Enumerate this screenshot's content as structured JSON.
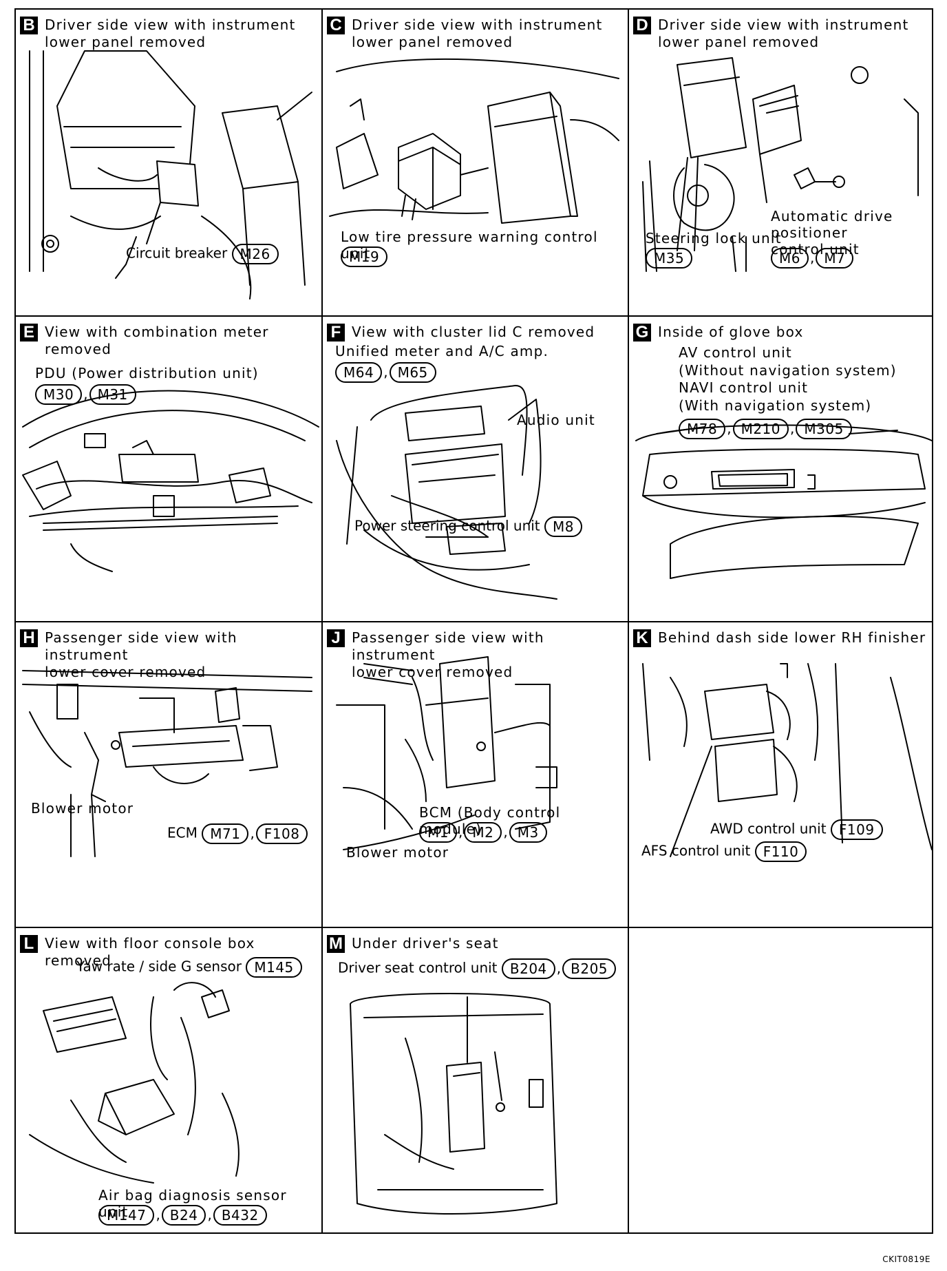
{
  "panels": {
    "B": {
      "letter": "B",
      "title": "Driver side view with instrument\nlower panel removed",
      "components": [
        {
          "label": "Circuit breaker",
          "connectors": [
            "M26"
          ]
        }
      ]
    },
    "C": {
      "letter": "C",
      "title": "Driver side view with instrument\nlower panel removed",
      "components": [
        {
          "label": "Low tire pressure warning control unit",
          "connectors": [
            "M19"
          ]
        }
      ]
    },
    "D": {
      "letter": "D",
      "title": "Driver side view with instrument\nlower panel removed",
      "components": [
        {
          "label": "Steering lock unit",
          "connectors": [
            "M35"
          ]
        },
        {
          "label": "Automatic drive\npositioner\ncontrol unit",
          "connectors": [
            "M6",
            "M7"
          ]
        }
      ]
    },
    "E": {
      "letter": "E",
      "title": "View with combination meter\nremoved",
      "components": [
        {
          "label": "PDU (Power distribution unit)",
          "connectors": [
            "M30",
            "M31"
          ]
        }
      ]
    },
    "F": {
      "letter": "F",
      "title": "View with cluster lid C removed",
      "components": [
        {
          "label": "Unified meter and A/C amp.",
          "connectors": [
            "M64",
            "M65"
          ]
        },
        {
          "label": "Audio unit",
          "connectors": []
        },
        {
          "label": "Power steering control unit",
          "connectors": [
            "M8"
          ]
        }
      ]
    },
    "G": {
      "letter": "G",
      "title": "Inside of glove box",
      "components": [
        {
          "label": "AV control unit\n(Without navigation system)\nNAVI control unit\n(With navigation system)",
          "connectors": [
            "M78",
            "M210",
            "M305"
          ]
        }
      ]
    },
    "H": {
      "letter": "H",
      "title": "Passenger side view with instrument\nlower cover removed",
      "components": [
        {
          "label": "Blower motor",
          "connectors": []
        },
        {
          "label": "ECM",
          "connectors": [
            "M71",
            "F108"
          ]
        }
      ]
    },
    "J": {
      "letter": "J",
      "title": "Passenger side view with instrument\nlower cover removed",
      "components": [
        {
          "label": "BCM (Body control module)",
          "connectors": [
            "M1",
            "M2",
            "M3"
          ]
        },
        {
          "label": "Blower motor",
          "connectors": []
        }
      ]
    },
    "K": {
      "letter": "K",
      "title": "Behind dash side lower RH finisher",
      "components": [
        {
          "label": "AWD control unit",
          "connectors": [
            "F109"
          ]
        },
        {
          "label": "AFS control unit",
          "connectors": [
            "F110"
          ]
        }
      ]
    },
    "L": {
      "letter": "L",
      "title": "View with floor console box removed",
      "components": [
        {
          "label": "Yaw rate / side G sensor",
          "connectors": [
            "M145"
          ]
        },
        {
          "label": "Air bag diagnosis sensor unit",
          "connectors": [
            "M147",
            "B24",
            "B432"
          ]
        }
      ]
    },
    "M": {
      "letter": "M",
      "title": "Under driver's seat",
      "components": [
        {
          "label": "Driver seat control unit",
          "connectors": [
            "B204",
            "B205"
          ]
        }
      ]
    }
  },
  "reference_code": "CKIT0819E"
}
